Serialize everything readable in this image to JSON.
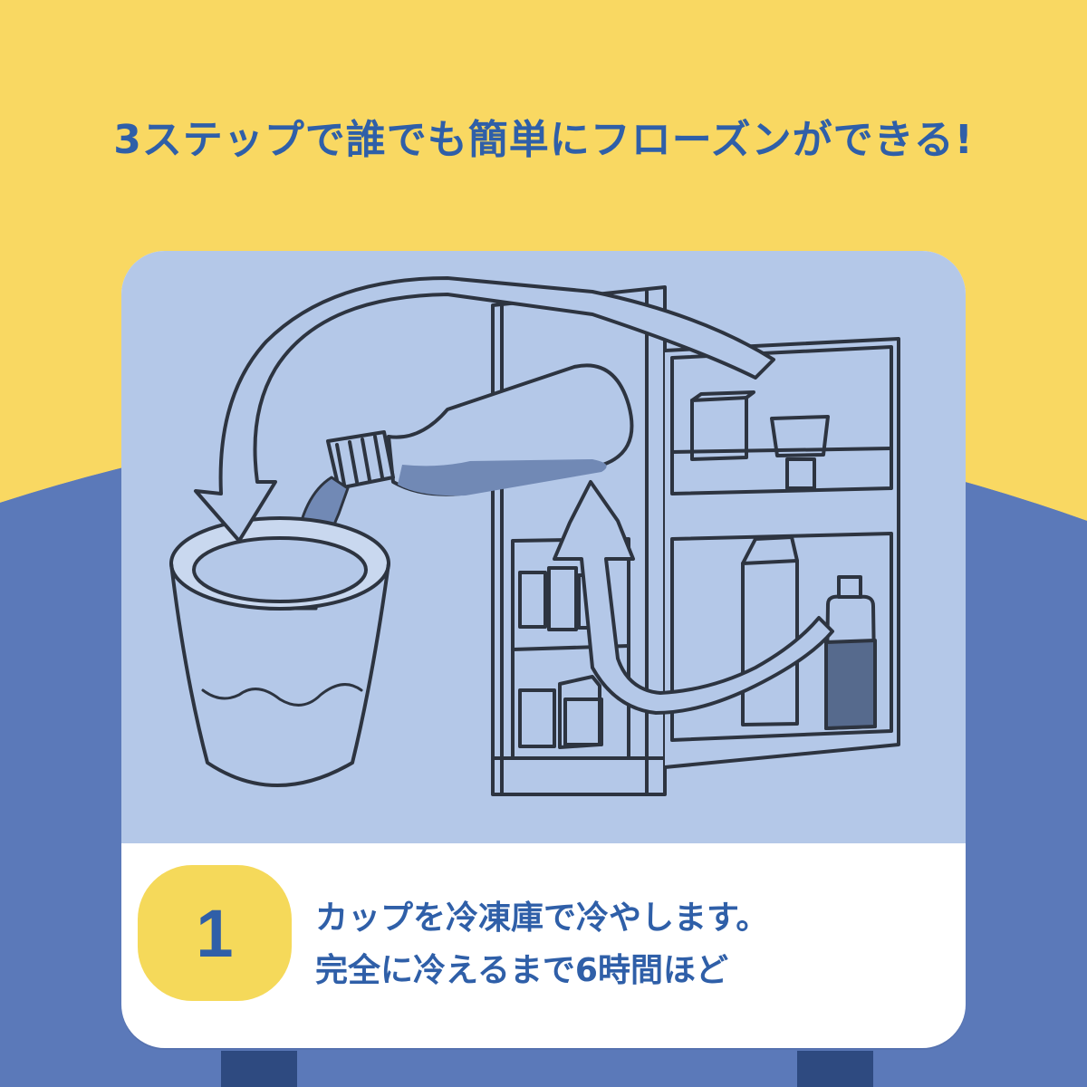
{
  "colors": {
    "background_yellow": "#f9d862",
    "background_blue": "#5b79b9",
    "headline_blue": "#2f5fa8",
    "panel_blue": "#b4c8e8",
    "badge_yellow": "#f5d95a",
    "outline": "#2d3440",
    "liquid": "#7189b5"
  },
  "headline": "3ステップで誰でも簡単にフローズンができる!",
  "step": {
    "number": "1",
    "line1": "カップを冷凍庫で冷やします。",
    "line2": "完全に冷えるまで6時間ほど"
  },
  "illustration": {
    "icons": [
      "cup-icon",
      "bottle-icon",
      "refrigerator-icon",
      "arrow-icon"
    ]
  }
}
